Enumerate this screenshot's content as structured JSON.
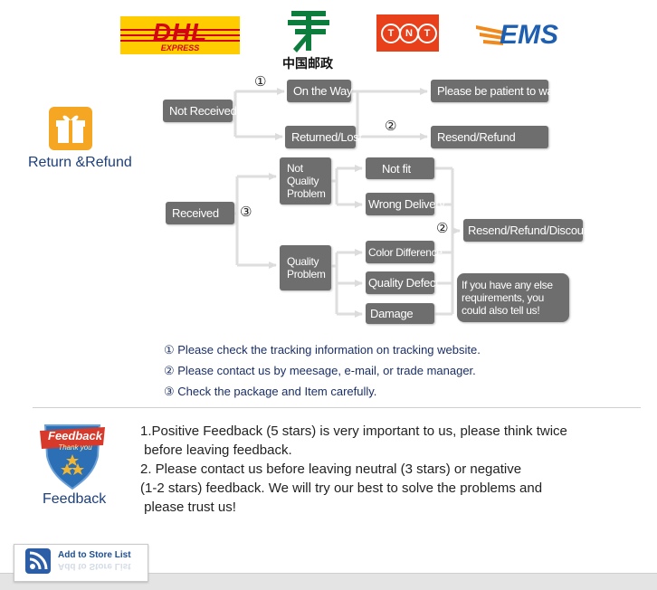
{
  "logos": {
    "dhl": {
      "word": "DHL",
      "sub": "EXPRESS",
      "color": "#ffcc00"
    },
    "china_post": {
      "label": "中国邮政",
      "color": "#0c7d3d"
    },
    "tnt": {
      "letters": [
        "T",
        "N",
        "T"
      ],
      "color": "#e8401a"
    },
    "ems": {
      "word": "EMS",
      "color": "#1f5fb0"
    }
  },
  "return_refund": {
    "label": "Return &Refund"
  },
  "flow": {
    "not_received": "Not Received",
    "on_the_way": "On the Way",
    "returned_lost": "Returned/Lost",
    "please_wait": "Please be patient to wait",
    "resend_refund": "Resend/Refund",
    "received": "Received",
    "not_quality_problem": "Not Quality Problem",
    "quality_problem": "Quality Problem",
    "not_fit": "Not fit",
    "wrong_delivery": "Wrong Delivery",
    "color_difference": "Color Difference",
    "quality_defect": "Quality Defect",
    "damage": "Damage",
    "resend_refund_discount": "Resend/Refund/Discount",
    "else_requirements": "If you have any else requirements, you could also tell us!",
    "mark1": "①",
    "mark2a": "②",
    "mark2b": "②",
    "mark3": "③"
  },
  "notes": [
    "① Please check the tracking information on tracking website.",
    "② Please contact us by meesage, e-mail, or trade manager.",
    "③ Check the package and Item carefully."
  ],
  "feedback": {
    "badge_title": "Feedback",
    "badge_sub": "Thank you",
    "label": "Feedback",
    "lines": [
      "1.Positive Feedback (5 stars) is very important to us, please think twice",
      " before leaving feedback.",
      "2. Please contact us before leaving neutral (3 stars) or negative",
      "(1-2 stars) feedback. We will try our best to solve the problems and",
      " please trust us!"
    ]
  },
  "store_button": {
    "label": "Add to Store List"
  }
}
